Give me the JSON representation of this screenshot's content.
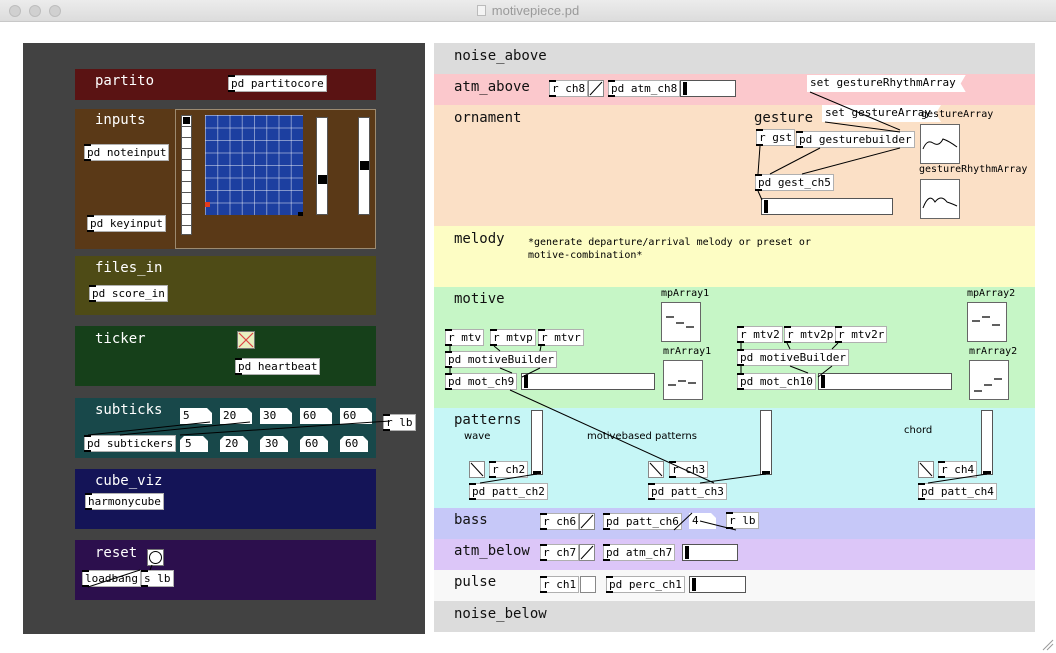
{
  "window": {
    "title": "motivepiece.pd"
  },
  "left_panels": {
    "partito": {
      "title": "partito",
      "object": "pd partitocore"
    },
    "inputs": {
      "title": "inputs",
      "objects": [
        "pd noteinput",
        "pd keyinput"
      ]
    },
    "files_in": {
      "title": "files_in",
      "object": "pd score_in"
    },
    "ticker": {
      "title": "ticker",
      "object": "pd heartbeat"
    },
    "subticks": {
      "title": "subticks",
      "top_numbers": [
        "5",
        "20",
        "30",
        "60",
        "60"
      ],
      "bottom_numbers": [
        "5",
        "20",
        "30",
        "60",
        "60"
      ],
      "object": "pd subtickers",
      "receive": "r lb"
    },
    "cube_viz": {
      "title": "cube_viz",
      "object": "harmonycube"
    },
    "reset": {
      "title": "reset",
      "objects": [
        "loadbang",
        "s lb"
      ]
    }
  },
  "bands": {
    "noise_above": {
      "title": "noise_above"
    },
    "atm_above": {
      "title": "atm_above",
      "objects": [
        "r ch8",
        "pd atm_ch8"
      ]
    },
    "ornament": {
      "title": "ornament",
      "sub_title": "gesture",
      "messages": [
        "set gestureRhythmArray",
        "set gestureArray"
      ],
      "objects": [
        "r gst",
        "pd gesturebuilder",
        "pd gest_ch5"
      ],
      "arrays": [
        "gestureArray",
        "gestureRhythmArray"
      ]
    },
    "melody": {
      "title": "melody",
      "comment_line1": "*generate departure/arrival melody or preset or",
      "comment_line2": "motive-combination*"
    },
    "motive": {
      "title": "motive",
      "left_receives": [
        "r mtv",
        "r mtvp",
        "r mtvr"
      ],
      "right_receives": [
        "r mtv2",
        "r mtv2p",
        "r mtv2r"
      ],
      "left_objects": [
        "pd motiveBuilder",
        "pd mot_ch9"
      ],
      "right_objects": [
        "pd motiveBuilder",
        "pd mot_ch10"
      ],
      "arrays": [
        "mpArray1",
        "mrArray1",
        "mpArray2",
        "mrArray2"
      ]
    },
    "patterns": {
      "title": "patterns",
      "labels": [
        "wave",
        "motivebased patterns",
        "chord"
      ],
      "receives": [
        "r ch2",
        "r ch3",
        "r ch4"
      ],
      "objects": [
        "pd patt_ch2",
        "pd patt_ch3",
        "pd patt_ch4"
      ]
    },
    "bass": {
      "title": "bass",
      "objects": [
        "r ch6",
        "pd patt_ch6",
        "r lb"
      ],
      "number": "4"
    },
    "atm_below": {
      "title": "atm_below",
      "objects": [
        "r ch7",
        "pd atm_ch7"
      ]
    },
    "pulse": {
      "title": "pulse",
      "objects": [
        "r ch1",
        "pd perc_ch1"
      ]
    },
    "noise_below": {
      "title": "noise_below"
    }
  },
  "colors": {
    "left_bg": "#424242",
    "partito": "#5a1313",
    "inputs": "#5a3917",
    "files_in": "#4e4b16",
    "ticker": "#16401a",
    "subticks": "#18484a",
    "cube_viz": "#141457",
    "reset": "#2c0f4d",
    "noise": "#dcdcdc",
    "atm_above": "#fbc8cc",
    "ornament": "#fbe0c6",
    "melody": "#fdfdc4",
    "motive": "#c6f6c6",
    "patterns": "#c6f6f6",
    "bass": "#c6c8f8",
    "atm_below": "#dcc6f8",
    "pulse": "#f8f8f8",
    "grid_bg": "#1c3fa0",
    "grid_marker": "#e63c1e"
  }
}
